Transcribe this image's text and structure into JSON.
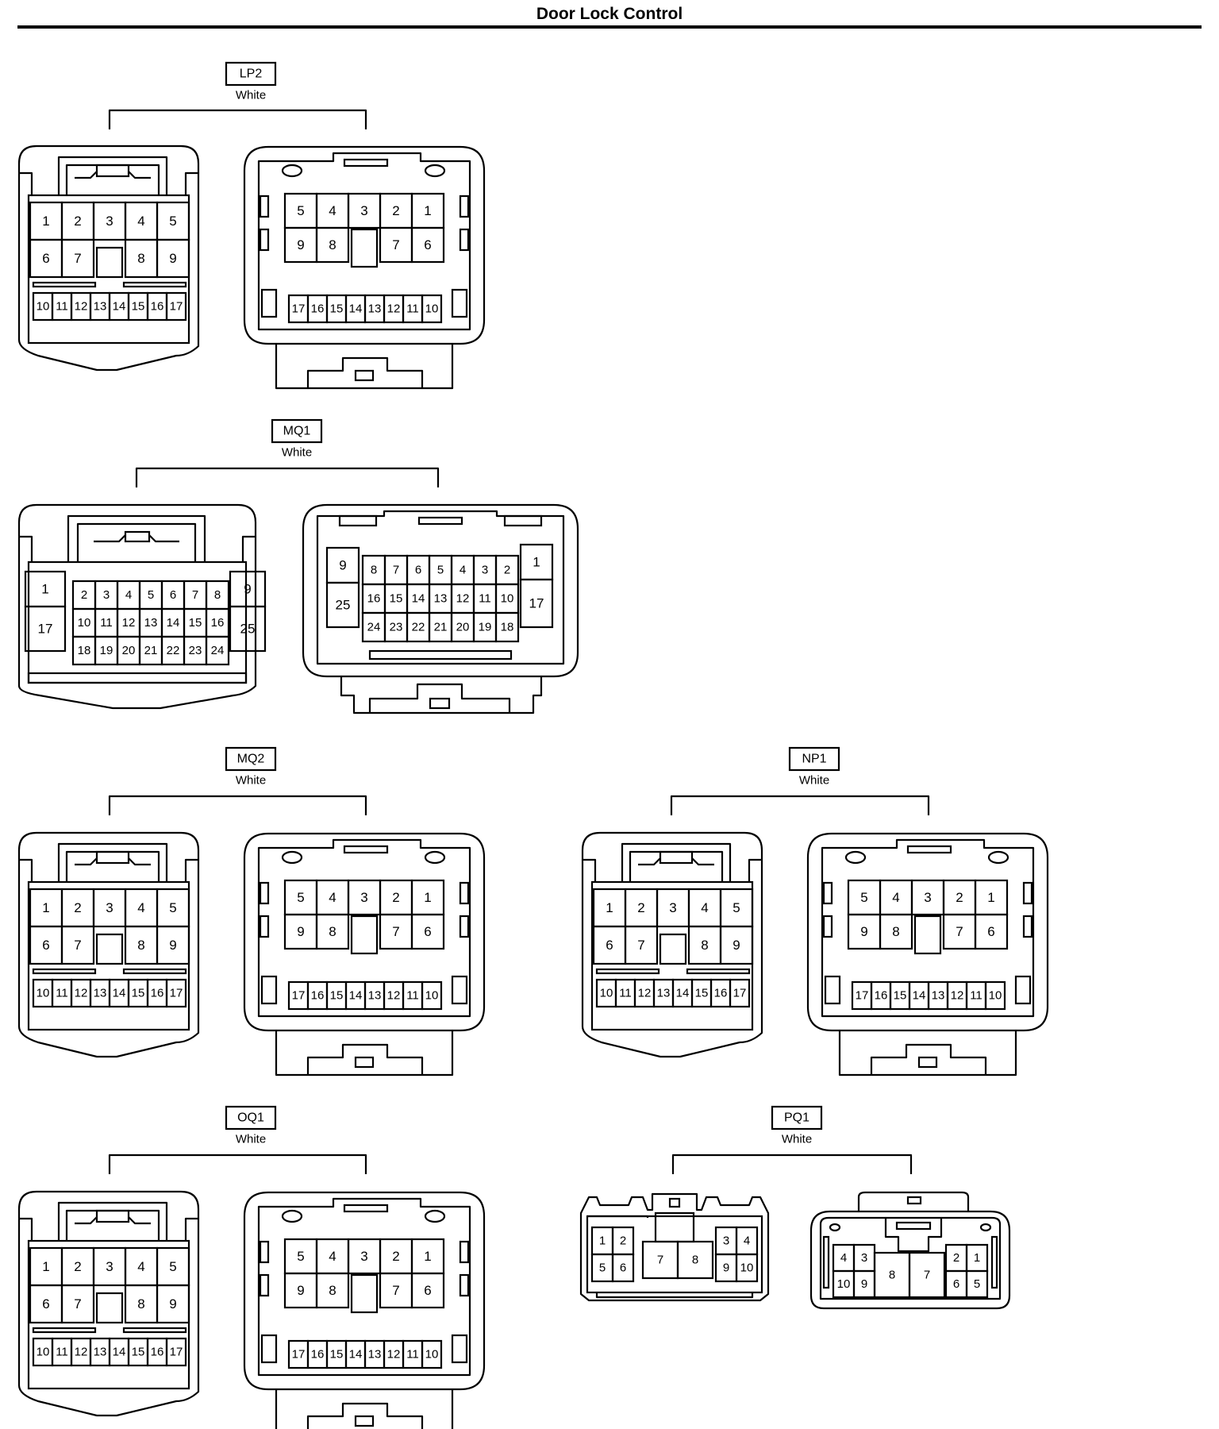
{
  "page": {
    "title": "Door Lock Control"
  },
  "connectors": [
    {
      "id": "LP2",
      "color": "White",
      "layout": "std17"
    },
    {
      "id": "MQ1",
      "color": "White",
      "layout": "c25"
    },
    {
      "id": "MQ2",
      "color": "White",
      "layout": "std17"
    },
    {
      "id": "NP1",
      "color": "White",
      "layout": "std17"
    },
    {
      "id": "OQ1",
      "color": "White",
      "layout": "std17"
    },
    {
      "id": "PQ1",
      "color": "White",
      "layout": "c10"
    }
  ],
  "layouts": {
    "std17": {
      "female": [
        [
          "1",
          "2",
          "3",
          "4",
          "5"
        ],
        [
          "6",
          "7",
          "",
          "8",
          "9"
        ],
        [
          "10",
          "11",
          "12",
          "13",
          "14",
          "15",
          "16",
          "17"
        ]
      ],
      "male": [
        [
          "5",
          "4",
          "3",
          "2",
          "1"
        ],
        [
          "9",
          "8",
          "",
          "7",
          "6"
        ],
        [
          "17",
          "16",
          "15",
          "14",
          "13",
          "12",
          "11",
          "10"
        ]
      ]
    },
    "c25": {
      "female": {
        "left": [
          "1",
          "17"
        ],
        "right": [
          "9",
          "25"
        ],
        "rows": [
          [
            "2",
            "3",
            "4",
            "5",
            "6",
            "7",
            "8"
          ],
          [
            "10",
            "11",
            "12",
            "13",
            "14",
            "15",
            "16"
          ],
          [
            "18",
            "19",
            "20",
            "21",
            "22",
            "23",
            "24"
          ]
        ]
      },
      "male": {
        "left": [
          "9",
          "25"
        ],
        "right": [
          "1",
          "17"
        ],
        "rows": [
          [
            "8",
            "7",
            "6",
            "5",
            "4",
            "3",
            "2"
          ],
          [
            "16",
            "15",
            "14",
            "13",
            "12",
            "11",
            "10"
          ],
          [
            "24",
            "23",
            "22",
            "21",
            "20",
            "19",
            "18"
          ]
        ]
      }
    },
    "c10": {
      "female": {
        "left": [
          [
            "1",
            "2"
          ],
          [
            "5",
            "6"
          ]
        ],
        "center": [
          "7",
          "8"
        ],
        "right": [
          [
            "3",
            "4"
          ],
          [
            "9",
            "10"
          ]
        ]
      },
      "male": {
        "left": [
          [
            "4",
            "3"
          ],
          [
            "10",
            "9"
          ]
        ],
        "center": [
          "8",
          "7"
        ],
        "right": [
          [
            "2",
            "1"
          ],
          [
            "6",
            "5"
          ]
        ]
      }
    }
  }
}
